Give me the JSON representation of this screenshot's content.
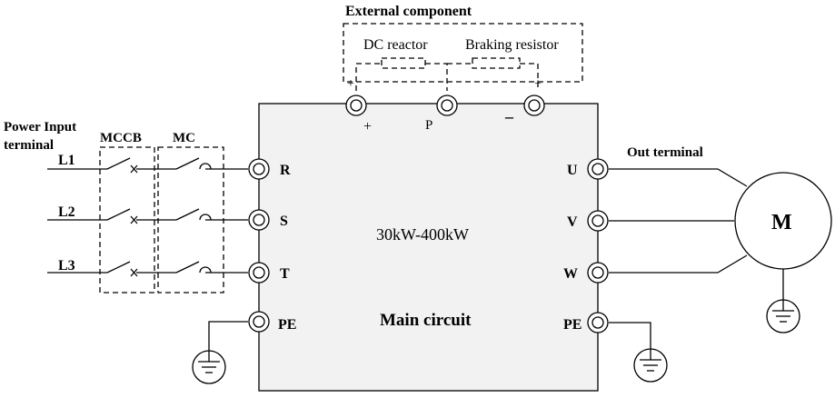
{
  "labels": {
    "external_component": "External component",
    "dc_reactor": "DC reactor",
    "braking_resistor": "Braking resistor",
    "power_input_line1": "Power Input",
    "power_input_line2": "terminal",
    "mccb": "MCCB",
    "mc": "MC",
    "out_terminal": "Out terminal",
    "rating": "30kW-400kW",
    "main_circuit": "Main circuit",
    "motor": "M"
  },
  "lines": [
    "L1",
    "L2",
    "L3"
  ],
  "input_terminals": [
    "R",
    "S",
    "T",
    "PE"
  ],
  "output_terminals": [
    "U",
    "V",
    "W",
    "PE"
  ],
  "dc_terminals": [
    "+",
    "P",
    "–"
  ],
  "dc_plus_marks": [
    "+",
    "+"
  ]
}
